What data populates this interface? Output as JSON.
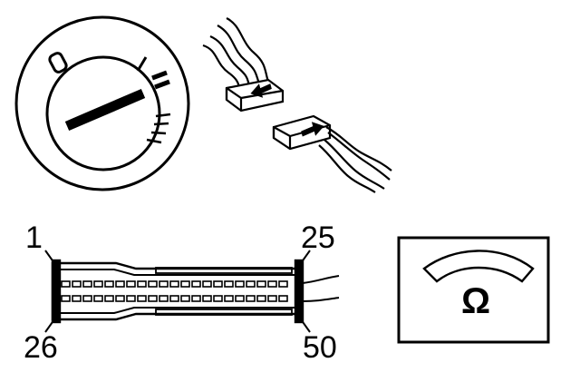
{
  "ignition_switch": {
    "positions": [
      "0",
      "I",
      "II",
      "III"
    ],
    "icon": "ignition-key-switch-icon"
  },
  "plug_connectors": {
    "icon": "connector-plug-disconnect-icon"
  },
  "ecu_connector": {
    "pin_labels": {
      "top_left": "1",
      "top_right": "25",
      "bottom_left": "26",
      "bottom_right": "50"
    },
    "icon": "multi-pin-connector-icon"
  },
  "ohmmeter": {
    "symbol": "Ω",
    "icon": "ohmmeter-icon"
  },
  "colors": {
    "line": "#000000",
    "background": "#ffffff"
  }
}
